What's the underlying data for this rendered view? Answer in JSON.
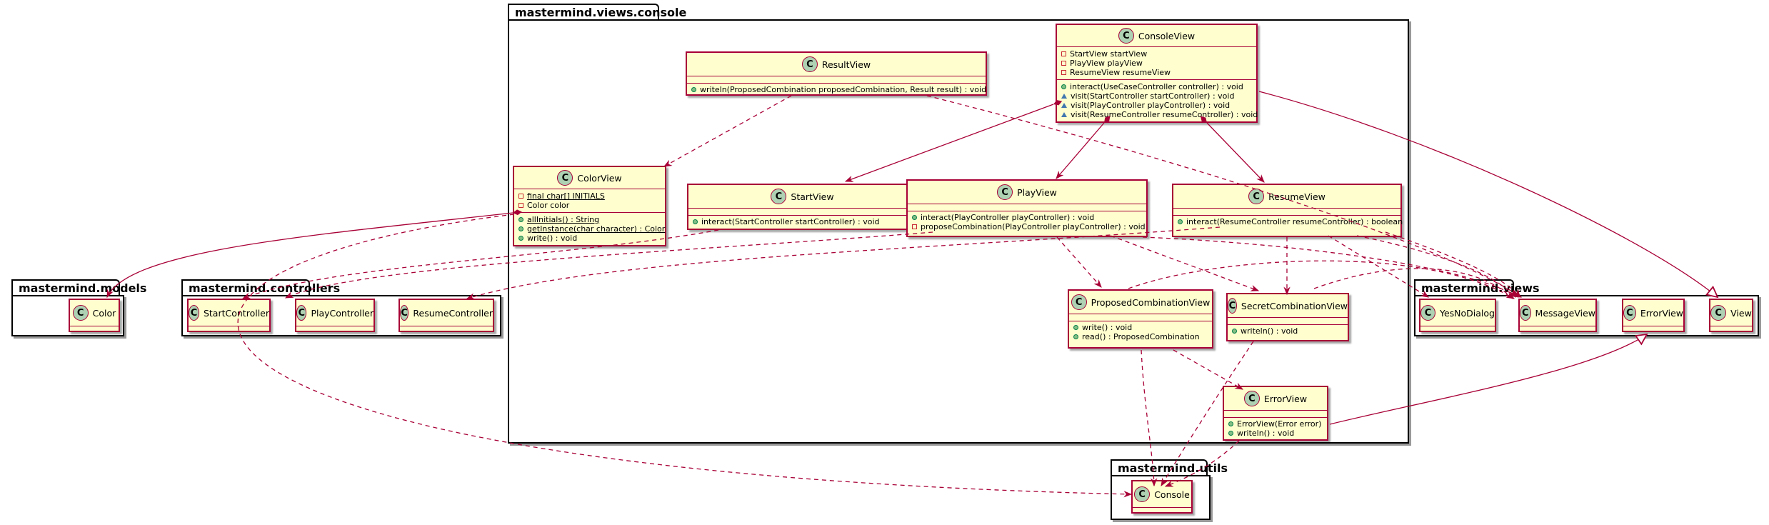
{
  "packages": {
    "console": "mastermind.views.console",
    "models": "mastermind.models",
    "controllers": "mastermind.controllers",
    "views": "mastermind.views",
    "utils": "mastermind.utils"
  },
  "icon_letter": "C",
  "classes": {
    "consoleView": {
      "name": "ConsoleView",
      "fields": [
        "StartView startView",
        "PlayView playView",
        "ResumeView resumeView"
      ],
      "methods": [
        "interact(UseCaseController controller) : void",
        "visit(StartController startController) : void",
        "visit(PlayController playController) : void",
        "visit(ResumeController resumeController) : void"
      ]
    },
    "resultView": {
      "name": "ResultView",
      "methods": [
        "writeln(ProposedCombination proposedCombination, Result result) : void"
      ]
    },
    "colorView": {
      "name": "ColorView",
      "fields": [
        "final char[] INITIALS",
        "Color color"
      ],
      "methods": [
        "allInitials() : String",
        "getInstance(char character) : Color",
        "write() : void"
      ]
    },
    "startView": {
      "name": "StartView",
      "methods": [
        "interact(StartController startController) : void"
      ]
    },
    "playView": {
      "name": "PlayView",
      "methods": [
        "interact(PlayController playController) : void",
        "proposeCombination(PlayController playController) : void"
      ]
    },
    "resumeView": {
      "name": "ResumeView",
      "methods": [
        "interact(ResumeController resumeController) : boolean"
      ]
    },
    "proposedCombinationView": {
      "name": "ProposedCombinationView",
      "methods": [
        "write() : void",
        "read() : ProposedCombination"
      ]
    },
    "secretCombinationView": {
      "name": "SecretCombinationView",
      "methods": [
        "writeln() : void"
      ]
    },
    "errorViewConsole": {
      "name": "ErrorView",
      "methods": [
        "ErrorView(Error error)",
        "writeln() : void"
      ]
    },
    "color": {
      "name": "Color"
    },
    "startController": {
      "name": "StartController"
    },
    "playController": {
      "name": "PlayController"
    },
    "resumeController": {
      "name": "ResumeController"
    },
    "yesNoDialog": {
      "name": "YesNoDialog"
    },
    "messageView": {
      "name": "MessageView"
    },
    "errorView": {
      "name": "ErrorView"
    },
    "view": {
      "name": "View"
    },
    "console": {
      "name": "Console"
    }
  },
  "colors": {
    "class_fill": "#FEFECE",
    "class_border": "#A80036",
    "icon_fill": "#ADD1B2",
    "relation": "#A80036"
  }
}
